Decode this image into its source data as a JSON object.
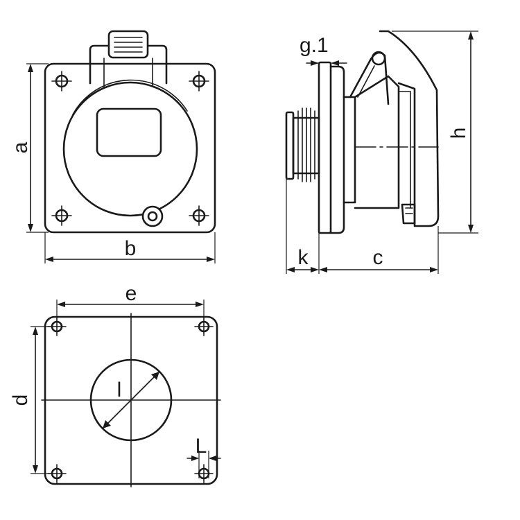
{
  "labels": {
    "a": "a",
    "b": "b",
    "c": "c",
    "d": "d",
    "e": "e",
    "g1": "g.1",
    "h": "h",
    "k": "k",
    "l": "l",
    "L": "L"
  },
  "colors": {
    "line": "#1a1a1a",
    "background": "#ffffff"
  }
}
